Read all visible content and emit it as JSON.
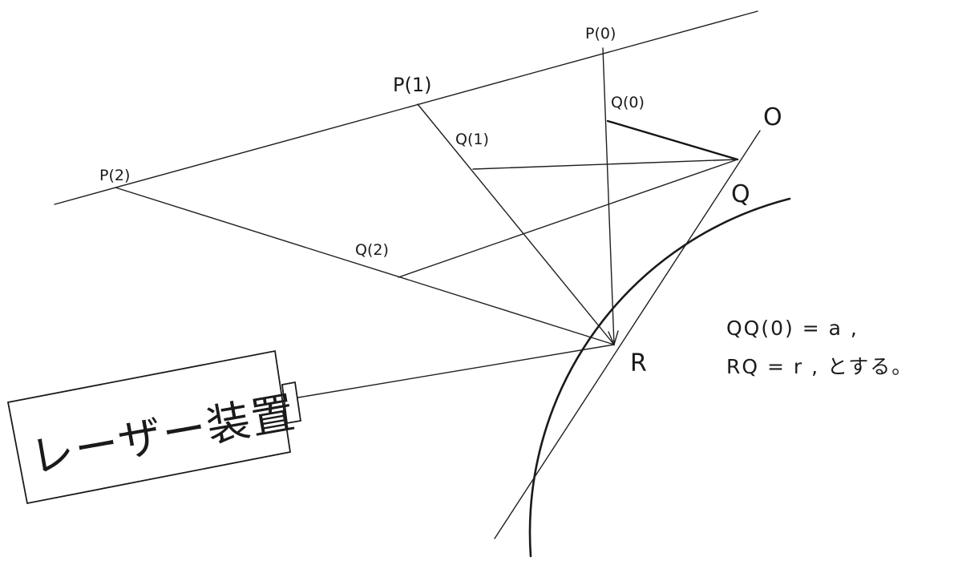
{
  "labels": {
    "p0": "P(0)",
    "p1": "P(1)",
    "p2": "P(2)",
    "q0": "Q(0)",
    "q1": "Q(1)",
    "q2": "Q(2)",
    "o": "O",
    "q": "Q",
    "r": "R"
  },
  "device": {
    "label": "レーザー装置"
  },
  "equations": {
    "line1": "QQ(0) = a ,",
    "line2": "RQ = r , とする。"
  }
}
